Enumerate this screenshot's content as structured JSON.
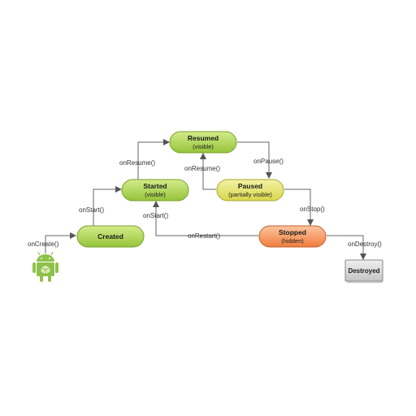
{
  "states": {
    "resumed": {
      "name": "Resumed",
      "sub": "(visible)",
      "color": "#a8d24a"
    },
    "started": {
      "name": "Started",
      "sub": "(visible)",
      "color": "#a8d24a"
    },
    "paused": {
      "name": "Paused",
      "sub": "(partially visible)",
      "color": "#e5e46c"
    },
    "created": {
      "name": "Created",
      "sub": "",
      "color": "#a8d24a"
    },
    "stopped": {
      "name": "Stopped",
      "sub": "(hidden)",
      "color": "#f59a62"
    },
    "destroyed": {
      "name": "Destroyed",
      "sub": "",
      "color": "#d4d4d4"
    }
  },
  "callbacks": {
    "on_create": "onCreate()",
    "on_start": "onStart()",
    "on_resume_started": "onResume()",
    "on_pause": "onPause()",
    "on_resume_paused": "onResume()",
    "on_stop": "onStop()",
    "on_start_restart": "onStart()",
    "on_restart": "onRestart()",
    "on_destroy": "onDestroy()"
  },
  "icons": {
    "android": "android-robot-icon",
    "android_color": "#8fc24a"
  }
}
